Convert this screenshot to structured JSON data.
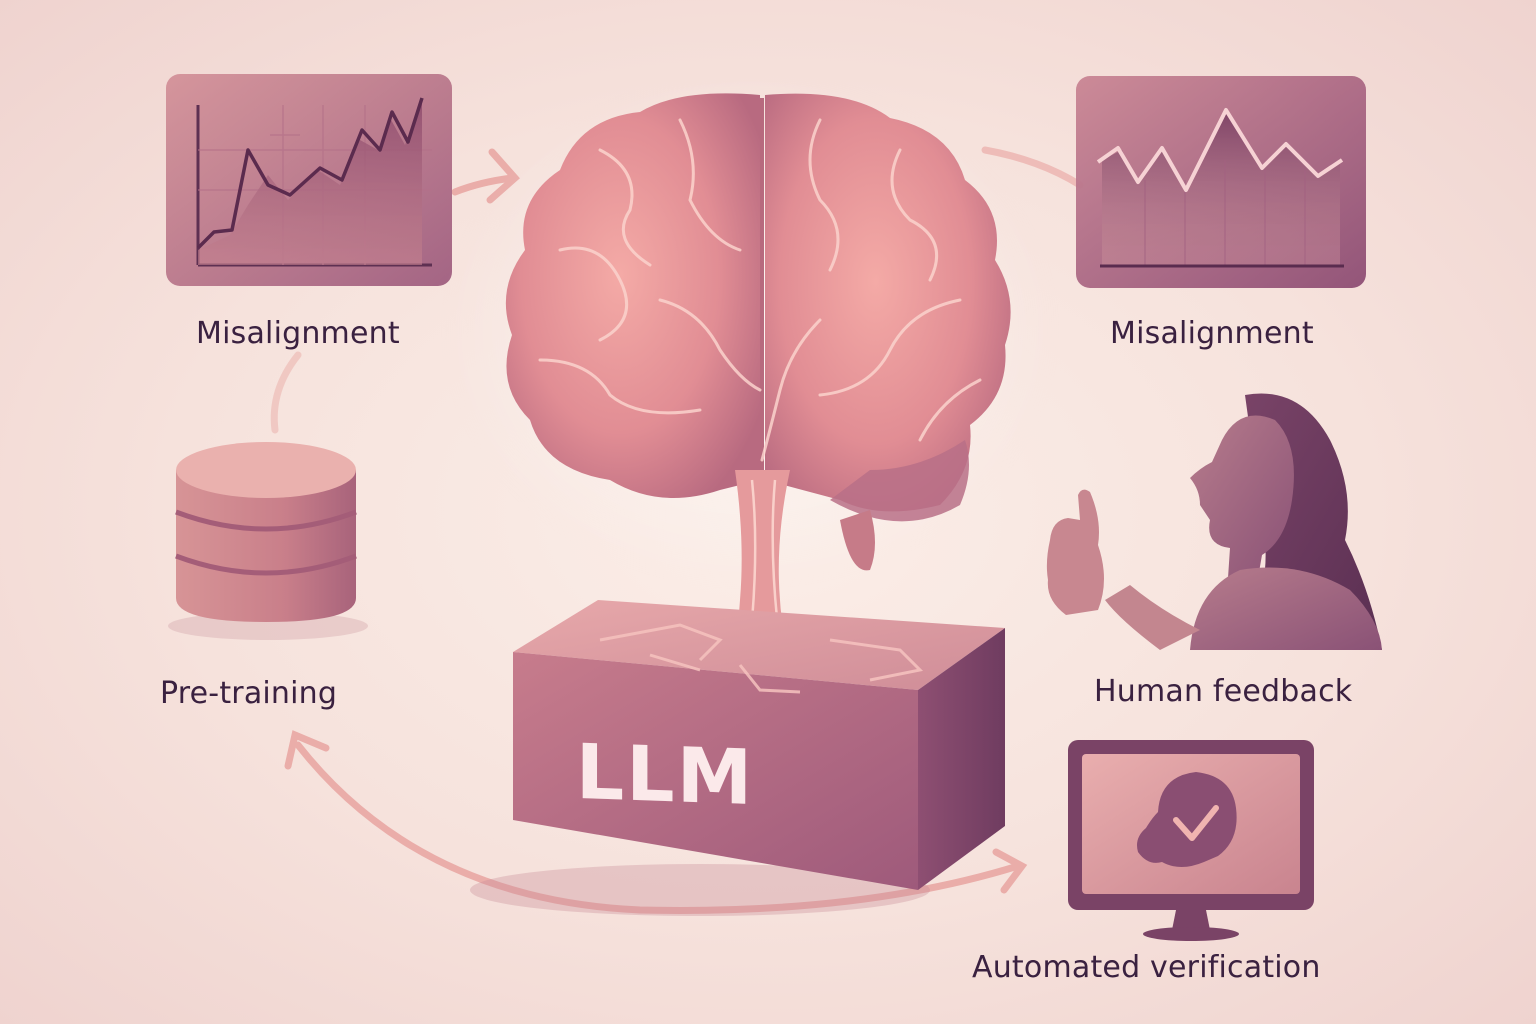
{
  "diagram": {
    "center": {
      "label": "LLM"
    },
    "nodes": [
      {
        "id": "misalignment-left",
        "label": "Misalignment"
      },
      {
        "id": "misalignment-right",
        "label": "Misalignment"
      },
      {
        "id": "pre-training",
        "label": "Pre-training"
      },
      {
        "id": "human-feedback",
        "label": "Human feedback"
      },
      {
        "id": "automated-verification",
        "label": "Automated verification"
      }
    ]
  },
  "icons": {
    "left_chart": "line-chart-icon",
    "right_chart": "line-chart-icon",
    "database": "database-icon",
    "person": "person-thumbs-up-icon",
    "monitor": "monitor-check-icon",
    "brain": "brain-icon"
  },
  "colors": {
    "background": "#f6e2dc",
    "accent_pink": "#e79a98",
    "accent_mauve": "#9b5a7a",
    "dark_plum": "#6a3a5e",
    "text": "#3a2140"
  }
}
